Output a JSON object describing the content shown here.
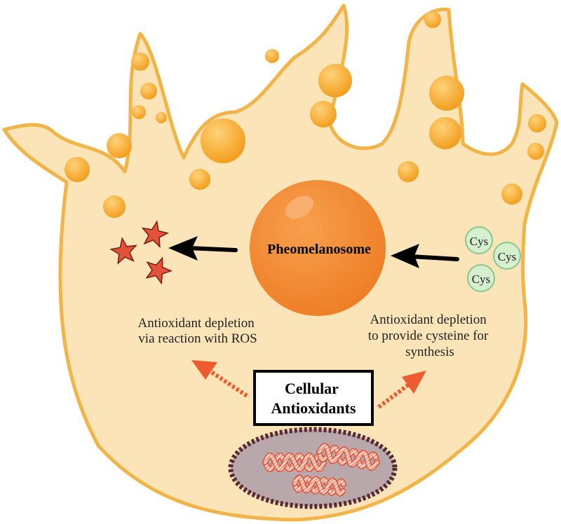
{
  "center_label": "Pheomelanosome",
  "cys_labels": [
    "Cys",
    "Cys",
    "Cys"
  ],
  "left_caption": [
    "Antioxidant depletion",
    "via reaction with ROS"
  ],
  "right_caption": [
    "Antioxidant depletion",
    "to provide cysteine for",
    "synthesis"
  ],
  "box_label": [
    "Cellular",
    "Antioxidants"
  ],
  "colors": {
    "cell_fill": "#fbe4b7",
    "cell_stroke": "#f2b347",
    "granule": "#f4a623",
    "melanosome": "#f28a2e",
    "star": "#e2533a",
    "cys_fill": "#d6efcf",
    "cys_stroke": "#86c98a",
    "dashed_arrow": "#ef5a2f",
    "nucleus_fill": "#b8a8ab",
    "nucleus_border": "#5a2a33"
  }
}
